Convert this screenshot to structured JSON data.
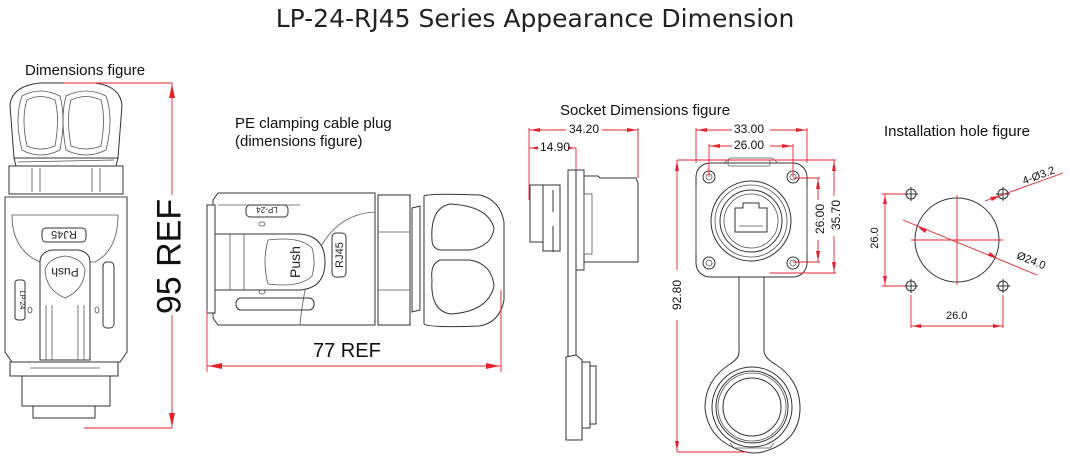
{
  "title": "LP-24-RJ45 Series Appearance Dimension",
  "colors": {
    "dimension_line": "#e5222b",
    "outline": "#333333",
    "text": "#111111"
  },
  "figures": {
    "plug_front": {
      "label": "Dimensions figure",
      "height_dimension": "95 REF",
      "markings": {
        "rj45": "RJ45",
        "push": "Push",
        "model": "LP-24"
      }
    },
    "plug_side": {
      "label_line1": "PE clamping cable plug",
      "label_line2": "(dimensions figure)",
      "length_dimension": "77 REF",
      "markings": {
        "rj45": "RJ45",
        "push": "Push",
        "model": "LP-24"
      }
    },
    "socket": {
      "label": "Socket Dimensions figure",
      "side_view": {
        "overall_depth": "34.20",
        "rear_depth": "14.90"
      },
      "front_view": {
        "flange_width": "33.00",
        "hole_spacing_x": "26.00",
        "hole_spacing_y": "26.00",
        "flange_height": "35.70",
        "total_height_with_cap": "92.80"
      }
    },
    "installation_hole": {
      "label": "Installation hole figure",
      "hole_count_diameter": "4-Ø3.2",
      "center_hole_diameter": "Ø24.0",
      "spacing_vertical": "26.0",
      "spacing_horizontal": "26.0"
    }
  }
}
